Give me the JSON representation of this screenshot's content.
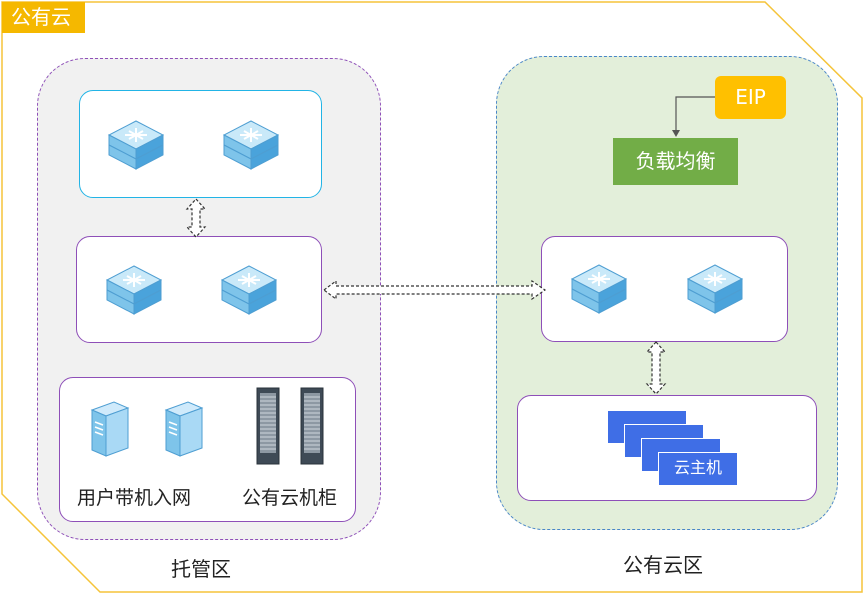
{
  "region_tag": "公有云",
  "hosted_zone": {
    "label": "托管区",
    "rack_box": {
      "left_label": "用户带机入网",
      "right_label": "公有云机柜"
    }
  },
  "public_zone": {
    "label": "公有云区",
    "eip_label": "EIP",
    "load_balancer_label": "负载均衡",
    "vm_label": "云主机"
  },
  "icons": {
    "router": "router-icon",
    "server": "tower-server-icon",
    "rack": "server-rack-icon",
    "arrow": "double-dashed-arrow-icon"
  },
  "colors": {
    "region_tag": "#f5b800",
    "eip": "#ffc000",
    "load_balancer": "#72ad47",
    "vm": "#3f6ee6",
    "hosted_zone_border": "#8e4fb8",
    "public_zone_border": "#4a86c8",
    "public_zone_fill": "#e3efda"
  }
}
